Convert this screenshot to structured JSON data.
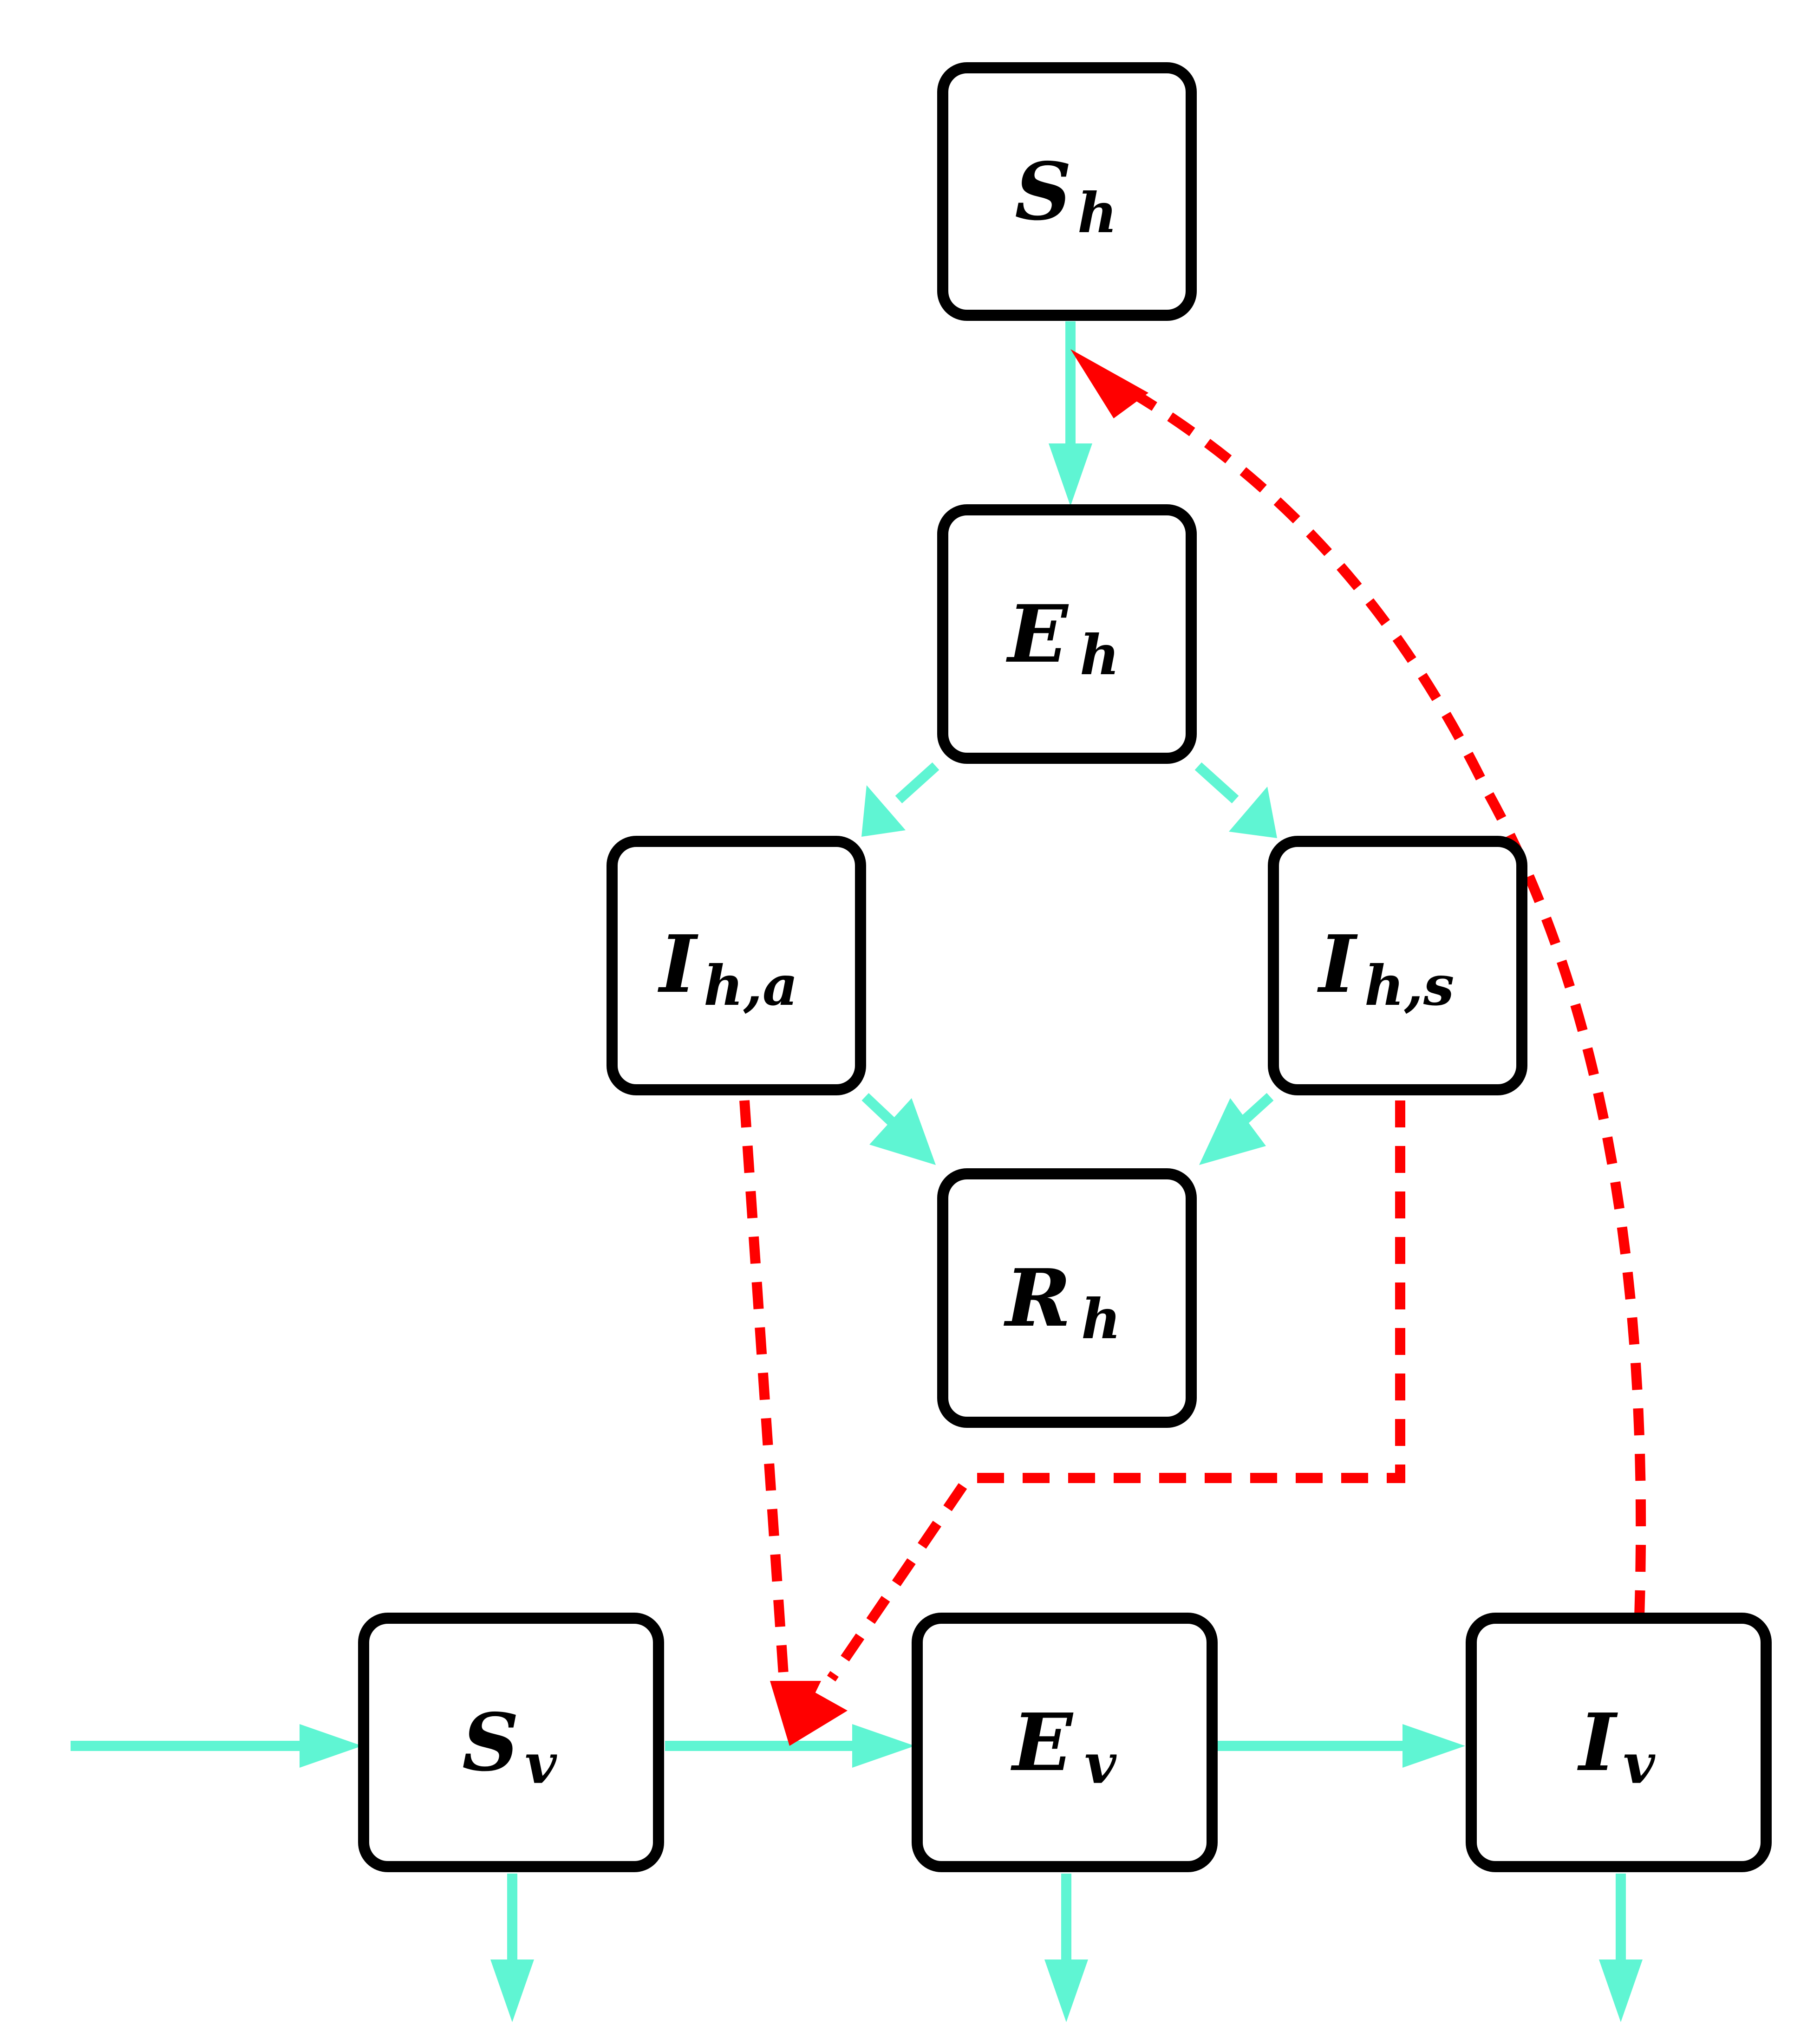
{
  "colors": {
    "flow": "#5ff5d3",
    "infection": "#ff0000",
    "box_stroke": "#000000",
    "background": "#ffffff"
  },
  "nodes": {
    "S_h": {
      "main": "S",
      "sub": "h"
    },
    "E_h": {
      "main": "E",
      "sub": "h"
    },
    "I_ha": {
      "main": "I",
      "sub": "h,a"
    },
    "I_hs": {
      "main": "I",
      "sub": "h,s"
    },
    "R_h": {
      "main": "R",
      "sub": "h"
    },
    "S_v": {
      "main": "S",
      "sub": "v"
    },
    "E_v": {
      "main": "E",
      "sub": "v"
    },
    "I_v": {
      "main": "I",
      "sub": "v"
    }
  },
  "edges": {
    "solid": [
      "S_h -> E_h",
      "E_h -> I_ha",
      "E_h -> I_hs",
      "I_ha -> R_h",
      "I_hs -> R_h",
      "inflow -> S_v",
      "S_v -> E_v",
      "E_v -> I_v",
      "S_v -> outflow",
      "E_v -> outflow",
      "I_v -> outflow"
    ],
    "dashed": [
      "I_ha -> S_v/E_v",
      "I_hs -> S_v/E_v",
      "I_v -> S_h/E_h"
    ]
  }
}
